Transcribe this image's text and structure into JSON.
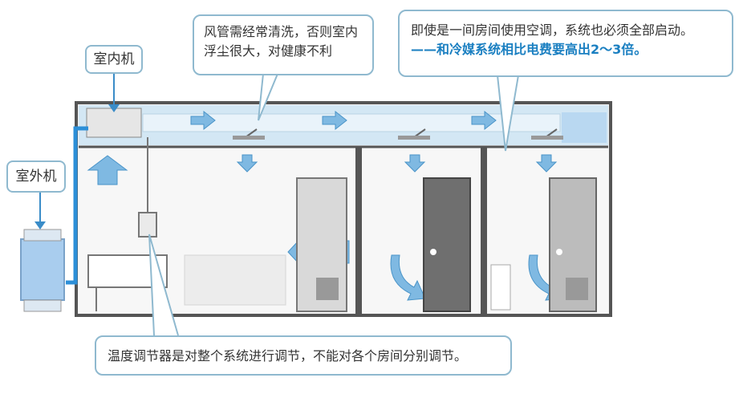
{
  "labels": {
    "indoor_unit": "室内机",
    "outdoor_unit": "室外机"
  },
  "callouts": {
    "duct_cleaning": {
      "line1": "风管需经常清洗，否则室内",
      "line2": "浮尘很大，对健康不利"
    },
    "full_start": {
      "line1": "即使是一间房间使用空调，系统也必须全部启动。",
      "line2": "——和冷媒系统相比电费要高出2～3倍。"
    },
    "thermostat": {
      "text": "温度调节器是对整个系统进行调节，不能对各个房间分别调节。"
    }
  },
  "colors": {
    "duct": "#cde4f2",
    "arrow": "#7fb9e2",
    "pipe": "#2c8fd8",
    "wall": "#555555",
    "callout_border": "#8fb9cf",
    "highlight_text": "#1a7fc1"
  }
}
